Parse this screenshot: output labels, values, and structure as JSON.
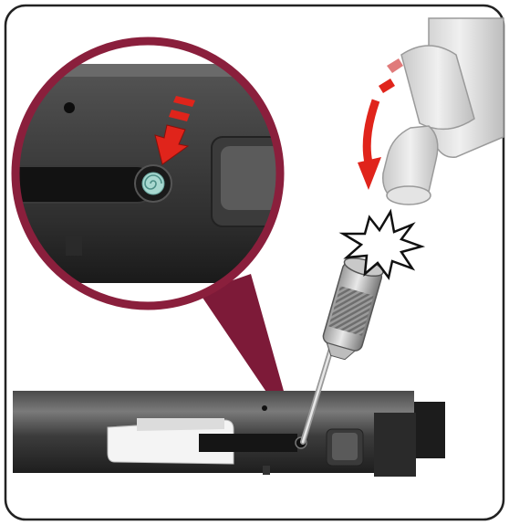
{
  "figure": {
    "kind": "instructional-illustration",
    "frame": "rounded-border",
    "callout": "magnified-detail-circle",
    "colors": {
      "frame_stroke": "#222222",
      "callout_ring": "#8a1f3c",
      "arrow_red": "#e0241b",
      "barrel_dark": "#3a3a3a",
      "barrel_light": "#6b6b6b",
      "hammer_fill": "#d9d9d9",
      "spring": "#a8d8d0"
    },
    "icons": [
      "gun-barrel-icon",
      "detent-pin-icon",
      "punch-tool-icon",
      "hammer-icon",
      "impact-burst-icon",
      "down-arrow-icon"
    ]
  }
}
